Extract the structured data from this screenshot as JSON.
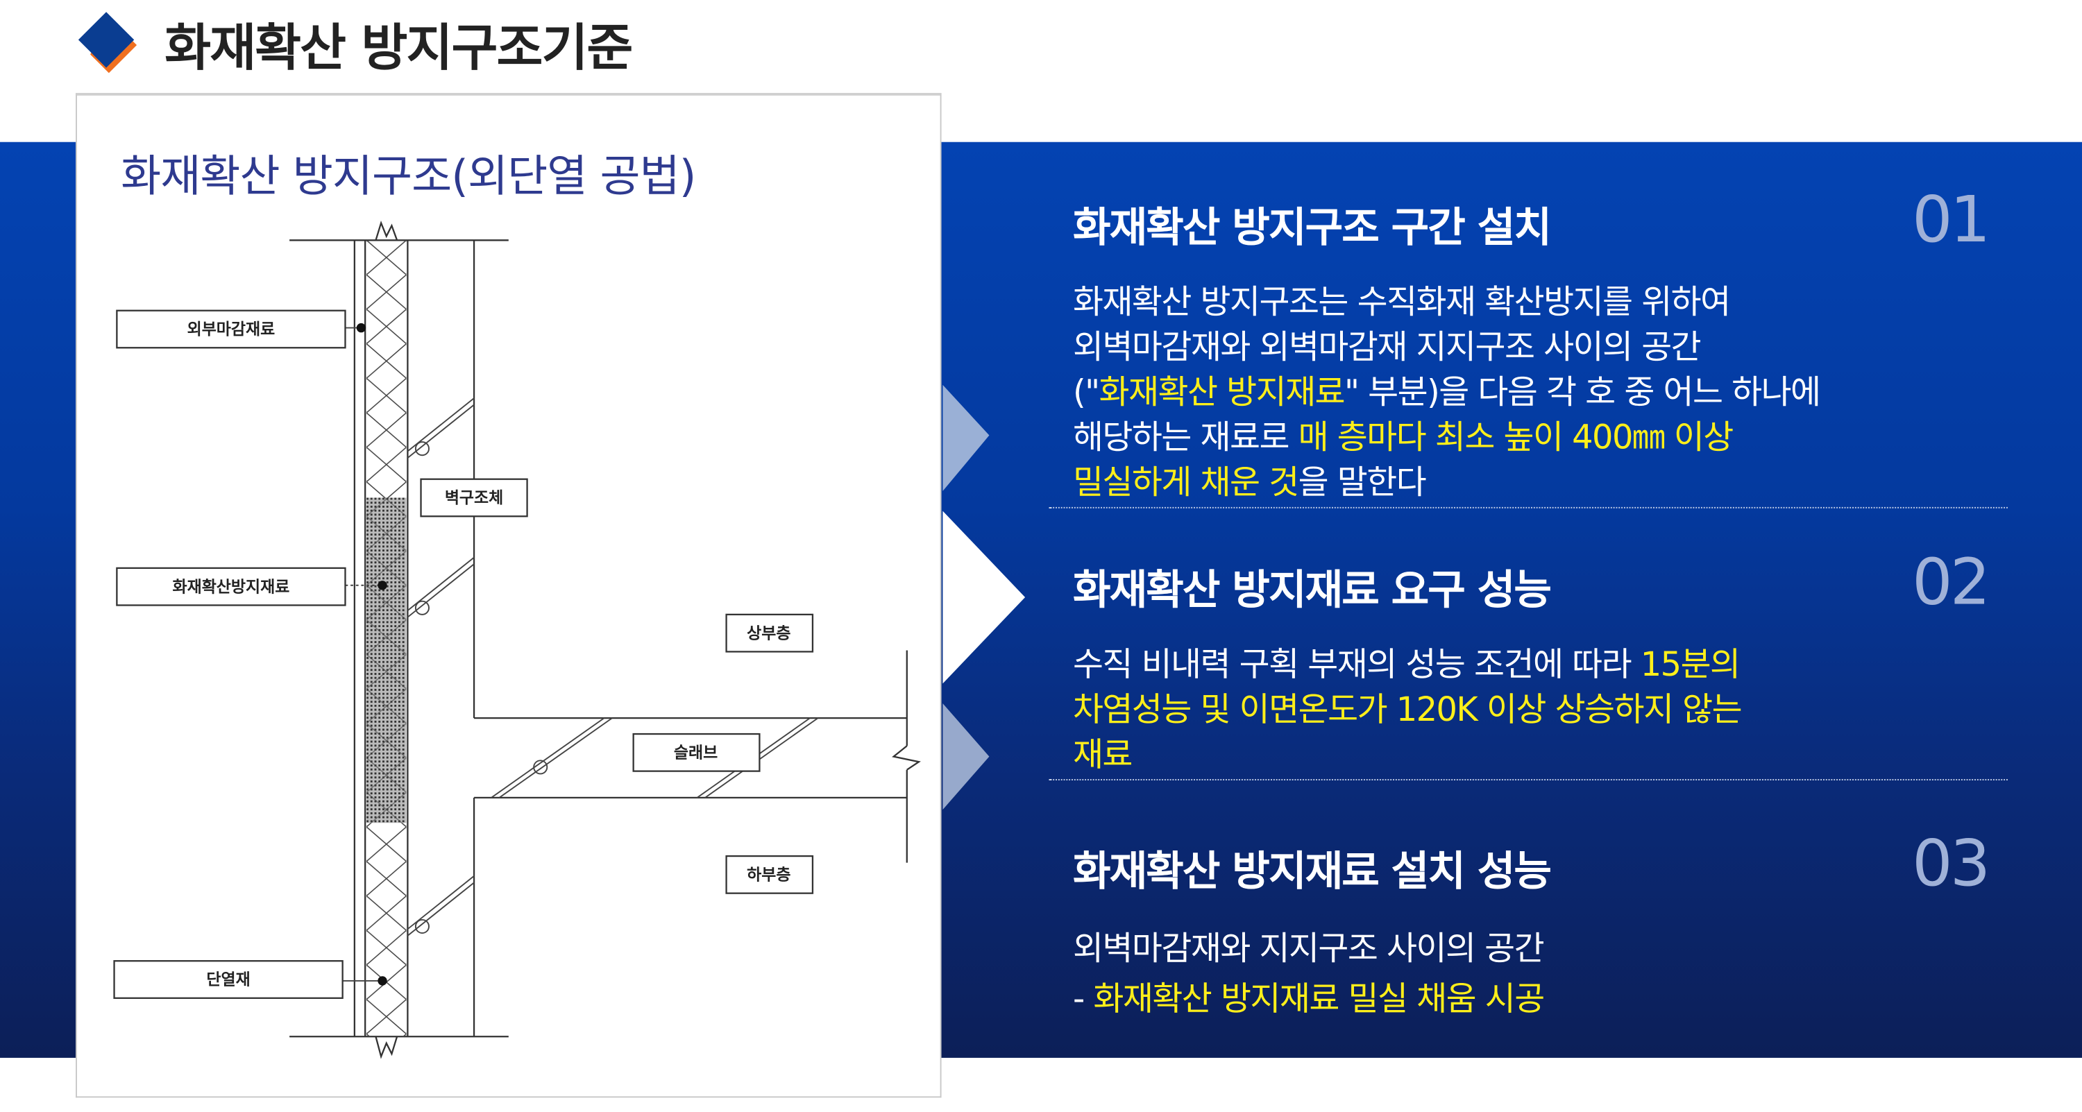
{
  "header": {
    "title": "화재확산 방지구조기준",
    "icon": "diamond-bullet-icon",
    "colors": {
      "blue": "#0a3d91",
      "orange": "#f07020"
    }
  },
  "figure": {
    "title": "화재확산 방지구조(외단열 공법)",
    "labels": {
      "exterior_finish": "외부마감재료",
      "fire_stop": "화재확산방지재료",
      "insulation": "단열재",
      "wall": "벽구조체",
      "upper_floor": "상부층",
      "slab": "슬래브",
      "lower_floor": "하부층"
    }
  },
  "sections": [
    {
      "title": "화재확산 방지구조 구간 설치",
      "number": "01",
      "lines": [
        [
          {
            "t": "화재확산 방지구조는 수직화재 확산방지를 위하여",
            "hl": false
          }
        ],
        [
          {
            "t": "외벽마감재와 외벽마감재 지지구조 사이의 공간",
            "hl": false
          }
        ],
        [
          {
            "t": "(\"",
            "hl": false
          },
          {
            "t": "화재확산 방지재료",
            "hl": true
          },
          {
            "t": "\" 부분)을 다음 각 호 중 어느 하나에",
            "hl": false
          }
        ],
        [
          {
            "t": "해당하는 재료로 ",
            "hl": false
          },
          {
            "t": "매 층마다 최소 높이 400㎜ 이상",
            "hl": true
          }
        ],
        [
          {
            "t": "밀실하게 채운 것",
            "hl": true
          },
          {
            "t": "을 말한다",
            "hl": false
          }
        ]
      ]
    },
    {
      "title": "화재확산 방지재료 요구 성능",
      "number": "02",
      "lines": [
        [
          {
            "t": "수직 비내력 구획 부재의 성능 조건에 따라 ",
            "hl": false
          },
          {
            "t": "15분의",
            "hl": true
          }
        ],
        [
          {
            "t": "차염성능 및 이면온도가 120K 이상 상승하지 않는",
            "hl": true
          }
        ],
        [
          {
            "t": "재료",
            "hl": true
          }
        ]
      ]
    },
    {
      "title": "화재확산 방지재료 설치 성능",
      "number": "03",
      "lines": [
        [
          {
            "t": "외벽마감재와 지지구조 사이의 공간",
            "hl": false
          }
        ],
        [
          {
            "t": "- ",
            "hl": false
          },
          {
            "t": "화재확산 방지재료 밀실 채움 시공",
            "hl": true
          }
        ]
      ]
    }
  ],
  "colors": {
    "highlight": "#ffef1a",
    "number": "#9fb1d8",
    "band_top": "#0443b2",
    "band_bottom": "#0c1f58"
  }
}
